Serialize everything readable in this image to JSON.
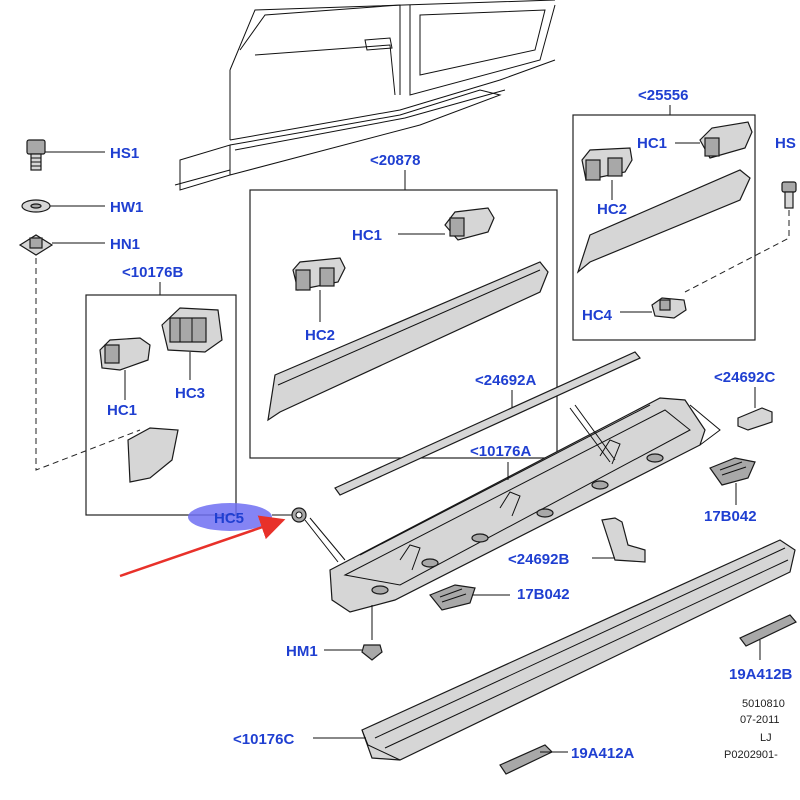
{
  "labels": {
    "hs1": "HS1",
    "hw1": "HW1",
    "hn1": "HN1",
    "ref_10176b": "<10176B",
    "hc1_left": "HC1",
    "hc3": "HC3",
    "ref_20878": "<20878",
    "hc1_mid": "HC1",
    "hc2_mid": "HC2",
    "ref_25556": "<25556",
    "hc1_right": "HC1",
    "hc2_right": "HC2",
    "hc4": "HC4",
    "hs_right": "HS",
    "ref_24692a": "<24692A",
    "ref_24692c": "<24692C",
    "ref_10176a": "<10176A",
    "b042_upper": "17B042",
    "ref_24692b": "<24692B",
    "b042_lower": "17B042",
    "hc5": "HC5",
    "hm1": "HM1",
    "ref_19a412b": "19A412B",
    "ref_10176c": "<10176C",
    "ref_19a412a": "19A412A"
  },
  "footer": {
    "line1": "5010810",
    "line2": "07-2011",
    "line3": "LJ",
    "line4": "P0202901-"
  },
  "colors": {
    "label": "#1f3fd1",
    "highlight": "#6f6ff2",
    "arrow": "#e8312a"
  }
}
